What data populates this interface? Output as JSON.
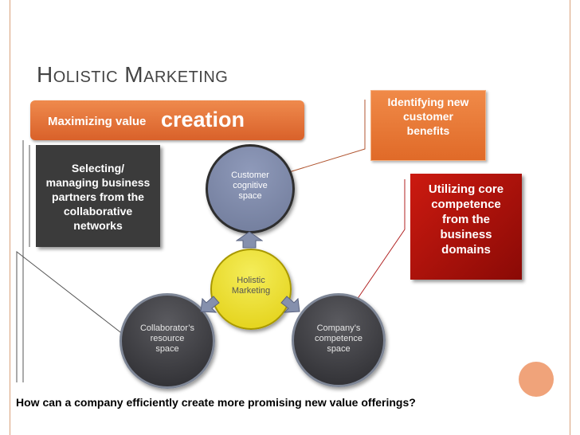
{
  "slide": {
    "title": "Holistic Marketing",
    "banner_small": "Maximizing value",
    "banner_big": "creation",
    "box_dark": "Selecting/\nmanaging business\npartners from the\ncollaborative\nnetworks",
    "box_orange": "Identifying new\ncustomer\nbenefits",
    "box_red": "Utilizing core\ncompetence\nfrom the\nbusiness\ndomains",
    "circle_top": "Customer\ncognitive\nspace",
    "circle_center": "Holistic\nMarketing",
    "circle_left": "Collaborator’s\nresource\nspace",
    "circle_right": "Company’s\ncompetence\nspace",
    "question": "How can a company efficiently create more promising new value offerings?"
  },
  "colors": {
    "accent_orange": "#e06a28",
    "accent_red": "#b01208",
    "center_yellow": "#e9d81f",
    "dark_gray": "#3b3b3b"
  }
}
